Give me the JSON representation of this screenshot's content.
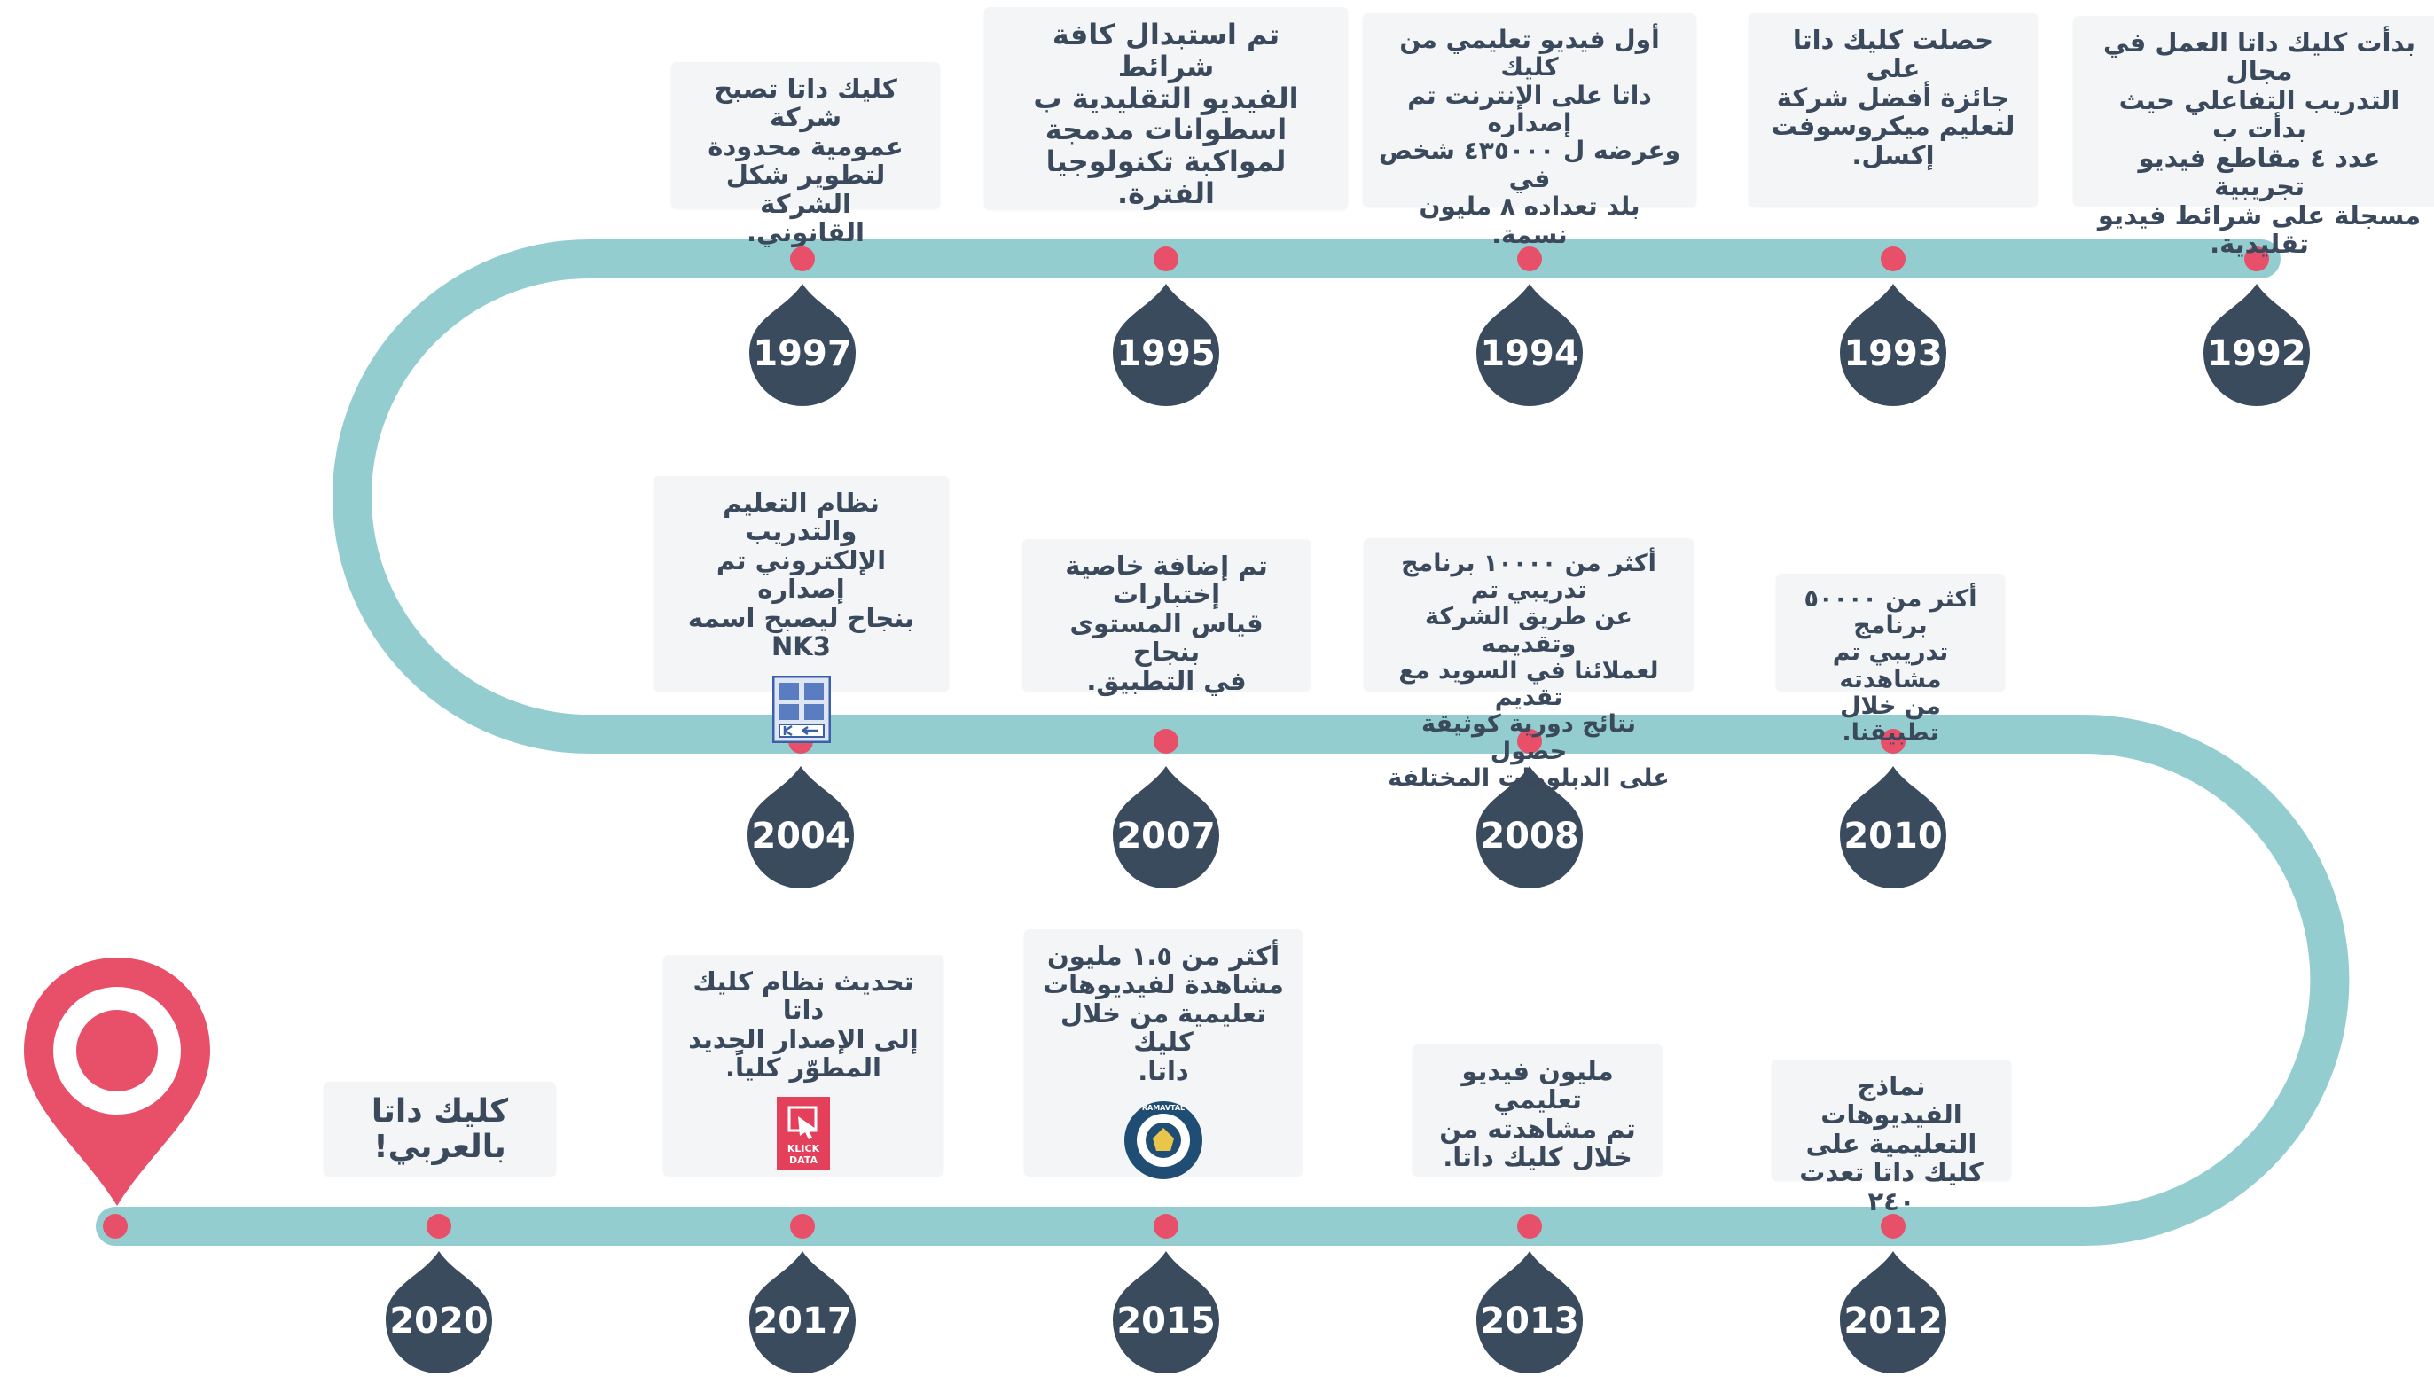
{
  "colors": {
    "track": "#94cdcf",
    "dot": "#e8506a",
    "drop": "#3b4b5e",
    "card_bg": "#f4f5f6",
    "card_text": "#3a4a5c",
    "pin": "#e8506a"
  },
  "milestones": [
    {
      "year": "1992",
      "text": "بدأت كليك داتا العمل في مجال\nالتدريب التفاعلي حيث بدأت ب\nعدد ٤ مقاطع فيديو تجريبية\nمسجلة على شرائط فيديو\nتقليدية."
    },
    {
      "year": "1993",
      "text": "حصلت كليك داتا على\nجائزة أفضل شركة\nلتعليم ميكروسوفت\nإكسل."
    },
    {
      "year": "1994",
      "text": "أول فيديو تعليمي من كليك\nداتا على الإنترنت تم إصداره\nوعرضه ل ٤٣٥٠٠٠ شخص في\nبلد تعداده ٨ مليون نسمة."
    },
    {
      "year": "1995",
      "text": "تم استبدال كافة شرائط\nالفيديو التقليدية ب\nاسطوانات مدمجة\nلمواكبة تكنولوجيا\nالفترة."
    },
    {
      "year": "1997",
      "text": "كليك داتا تصبح شركة\nعمومية محدودة\nلتطوير شكل الشركة\nالقانوني."
    },
    {
      "year": "2010",
      "text": "أكثر من ٥٠٠٠٠ برنامج\nتدريبي تم مشاهدته\nمن خلال تطبيقنا."
    },
    {
      "year": "2008",
      "text": "أكثر من ١٠٠٠٠ برنامج تدريبي تم\nعن طريق الشركة وتقديمه\nلعملائنا في السويد مع تقديم\nنتائج دورية كوثيقة حصول\nعلى الدبلومات المختلفة"
    },
    {
      "year": "2007",
      "text": "تم إضافة خاصية إختبارات\nقياس المستوى بنجاح\nفي التطبيق."
    },
    {
      "year": "2004",
      "text": "نظام التعليم والتدريب\nالإلكتروني تم إصداره\nبنجاح ليصبح اسمه NK3",
      "icon": "nk3-window-icon"
    },
    {
      "year": "2012",
      "text": "نماذج الفيديوهات\nالتعليمية على\nكليك داتا تعدت ٢٤٠"
    },
    {
      "year": "2013",
      "text": "مليون فيديو تعليمي\nتم مشاهدته من\nخلال كليك داتا."
    },
    {
      "year": "2015",
      "text": "أكثر من ١.٥ مليون\nمشاهدة لفيديوهات\nتعليمية من خلال كليك\nداتا.",
      "icon": "ramavtal-seal-icon",
      "icon_text": "RAMAVTAL"
    },
    {
      "year": "2017",
      "text": "تحديث نظام كليك داتا\nإلى الإصدار الجديد\nالمطوّر كلياً.",
      "icon": "klick-data-logo-icon",
      "icon_text": "KLICK DATA"
    },
    {
      "year": "2020",
      "text": "كليك داتا\nبالعربي!"
    }
  ]
}
